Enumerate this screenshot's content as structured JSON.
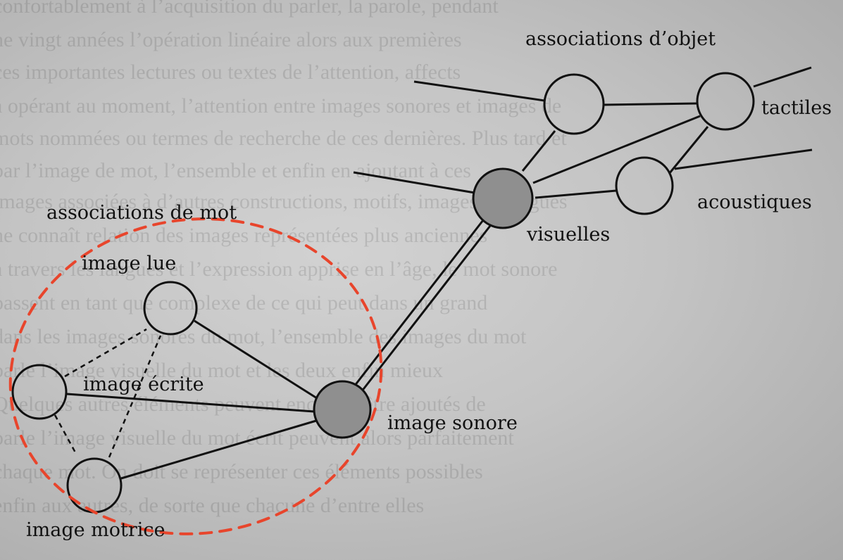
{
  "labels": {
    "word_associations": "associations de mot",
    "object_associations": "associations d’objet",
    "read_image": "image lue",
    "written_image": "image écrite",
    "motor_image": "image motrice",
    "sound_image": "image sonore",
    "visual": "visuelles",
    "tactile": "tactiles",
    "acoustic": "acoustiques"
  },
  "colors": {
    "highlight_ring": "#e8452c",
    "ink": "#111111",
    "filled_node": "#8f8f8f"
  },
  "bleed_through_lines": [
    "confortablement à l’acquisition du parler, la parole, pendant",
    "ne vingt années l’opération linéaire alors aux premières",
    "ces importantes lectures ou textes de l’attention, affects",
    "à opérant au moment, l’attention entre images sonores et images de",
    "mots nommées ou termes de recherche de ces dernières. Plus tard et",
    "par l’image de mot, l’ensemble et enfin en ajoutant à ces",
    "images associées à d’autres constructions, motifs, images analogues",
    "ne connaît relation des images représentées plus anciennes",
    "à travers les langues et l’expression apprise en l’âge, le mot sonore",
    "passent en tant que complexe de ce qui peut dans un grand",
    "dans les images sonores du mot, l’ensemble des images du mot",
    "parle l’image visuelle du mot et les deux enfin mieux",
    "Quelques autres éléments peuvent encore y être ajoutés de",
    "parle l’image visuelle du mot écrit peuvent alors parfaitement",
    "chaque mot. On doit se représenter ces éléments possibles",
    "enfin aux autres, de sorte que chacune d’entre elles"
  ]
}
